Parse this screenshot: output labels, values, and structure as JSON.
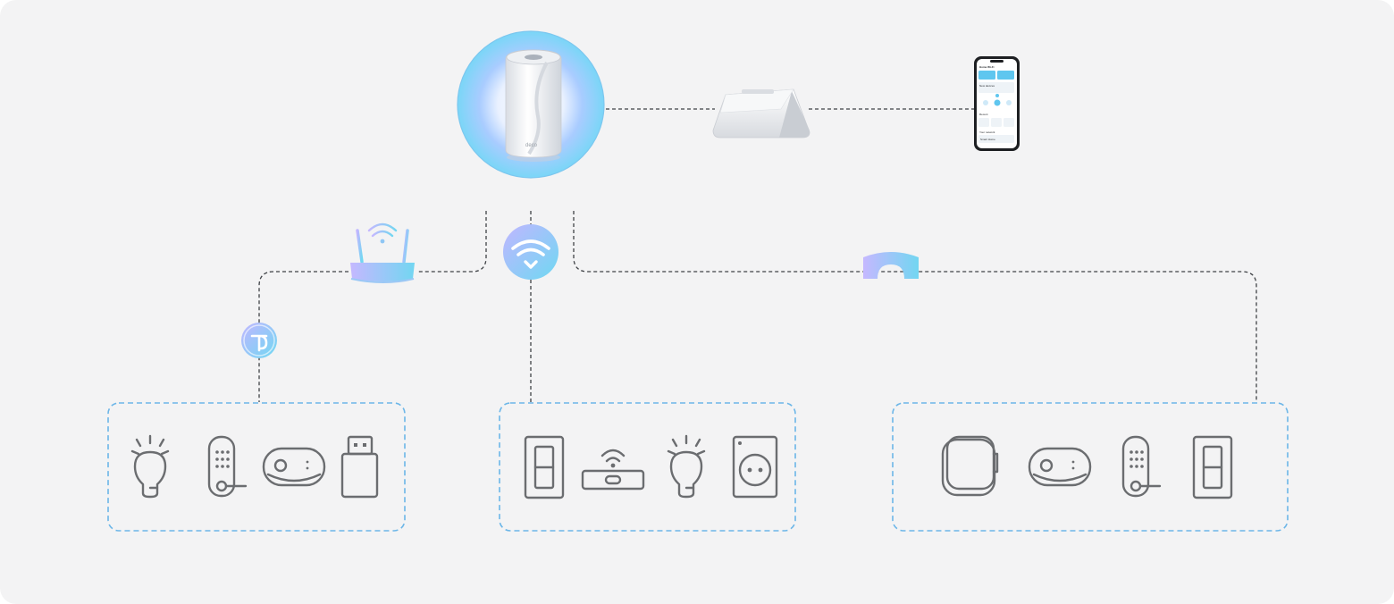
{
  "hub": {
    "brand_text": "deco"
  },
  "phone": {
    "app_title": "Home Wi-Fi",
    "section_devices": "New devices",
    "section_recent": "Recent",
    "section_clients": "Your network",
    "section_iot": "Smart Home"
  },
  "colors": {
    "background": "#f3f3f4",
    "dashed_line": "#3f4246",
    "group_border": "#6cb6e8",
    "icon_stroke": "#6b6d70",
    "accent_gradient_start": "#c1b6ff",
    "accent_gradient_end": "#6fd8f2"
  },
  "links": [
    {
      "from": "hub",
      "to": "bridge",
      "style": "dashed"
    },
    {
      "from": "bridge",
      "to": "phone",
      "style": "dashed"
    },
    {
      "from": "hub",
      "to": "router",
      "style": "dashed"
    },
    {
      "from": "router",
      "to": "group-left",
      "style": "dashed",
      "via": "tp-link-icon"
    },
    {
      "from": "hub",
      "to": "group-middle",
      "style": "dashed",
      "via": "wifi-icon"
    },
    {
      "from": "hub",
      "to": "group-right",
      "style": "dashed",
      "via": "arch-protocol-icon"
    }
  ],
  "groups": [
    {
      "id": "group-left",
      "devices": [
        "light-bulb-icon",
        "smart-lock-icon",
        "smart-plug-icon",
        "usb-dongle-icon"
      ]
    },
    {
      "id": "group-middle",
      "devices": [
        "light-switch-icon",
        "wifi-hub-icon",
        "light-bulb-icon",
        "wall-outlet-icon"
      ]
    },
    {
      "id": "group-right",
      "devices": [
        "sensor-button-icon",
        "smart-plug-icon",
        "smart-lock-icon",
        "light-switch-icon"
      ]
    }
  ]
}
